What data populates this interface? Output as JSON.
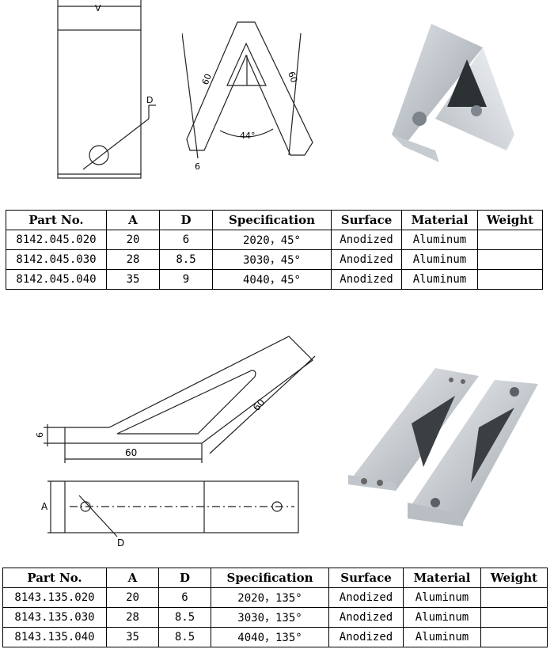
{
  "section1": {
    "front_view": {
      "top_label": "V",
      "d_label": "D"
    },
    "side_view": {
      "dim_left": "60",
      "dim_right": "60",
      "angle": "44°",
      "thickness": "6"
    }
  },
  "section2": {
    "side_view": {
      "thickness": "6",
      "length": "60",
      "arm": "60"
    },
    "plan_view": {
      "a_label": "A",
      "d_label": "D"
    }
  },
  "headers": [
    "Part No.",
    "A",
    "D",
    "Specification",
    "Surface",
    "Material",
    "Weight"
  ],
  "table1": [
    [
      "8142.045.020",
      "20",
      "6",
      "2020，45°",
      "Anodized",
      "Aluminum",
      ""
    ],
    [
      "8142.045.030",
      "28",
      "8.5",
      "3030，45°",
      "Anodized",
      "Aluminum",
      ""
    ],
    [
      "8142.045.040",
      "35",
      "9",
      "4040，45°",
      "Anodized",
      "Aluminum",
      ""
    ]
  ],
  "table2": [
    [
      "8143.135.020",
      "20",
      "6",
      "2020，135°",
      "Anodized",
      "Aluminum",
      ""
    ],
    [
      "8143.135.030",
      "28",
      "8.5",
      "3030，135°",
      "Anodized",
      "Aluminum",
      ""
    ],
    [
      "8143.135.040",
      "35",
      "8.5",
      "4040，135°",
      "Anodized",
      "Aluminum",
      ""
    ]
  ]
}
